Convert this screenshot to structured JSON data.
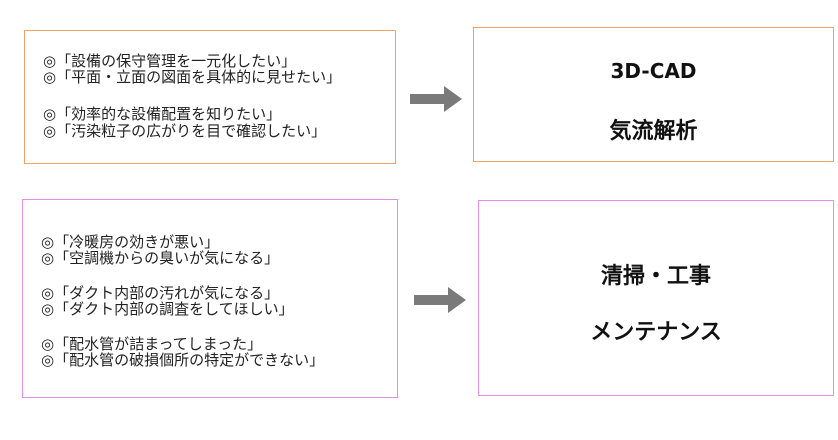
{
  "colors": {
    "orange_border": "#f0a264",
    "pink_border": "#e58ee8",
    "arrow": "#7a7a7a"
  },
  "row1": {
    "needs": [
      "◎「設備の保守管理を一元化したい」",
      "◎「平面・立面の図面を具体的に見せたい」",
      "◎「効率的な設備配置を知りたい」",
      "◎「汚染粒子の広がりを目で確認したい」"
    ],
    "arrow_icon": "right-arrow-icon",
    "services": [
      "3D-CAD",
      "気流解析"
    ]
  },
  "row2": {
    "needs": [
      "◎「冷暖房の効きが悪い」",
      "◎「空調機からの臭いが気になる」",
      "◎「ダクト内部の汚れが気になる」",
      "◎「ダクト内部の調査をしてほしい」",
      "◎「配水管が詰まってしまった」",
      "◎「配水管の破損個所の特定ができない」"
    ],
    "arrow_icon": "right-arrow-icon",
    "services": [
      "清掃・工事",
      "メンテナンス"
    ]
  }
}
